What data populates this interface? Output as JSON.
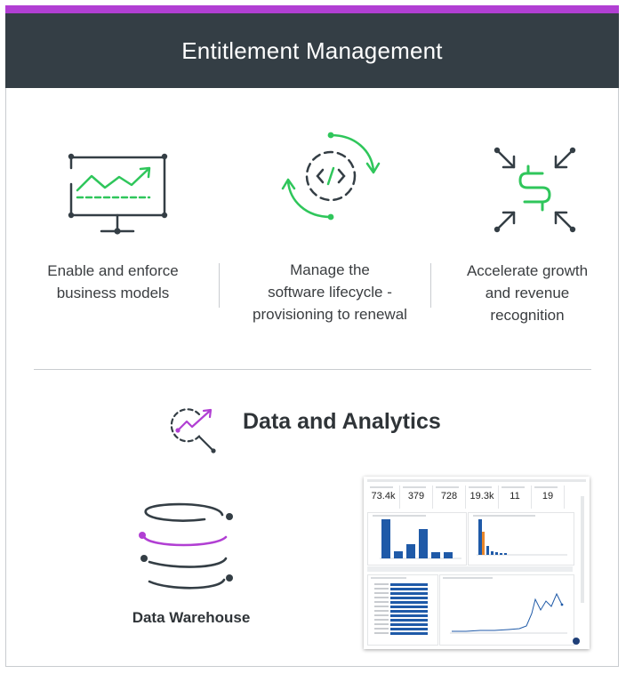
{
  "header": {
    "title": "Entitlement Management"
  },
  "features": [
    {
      "icon": "monitor-growth-chart-icon",
      "lines": [
        "Enable and enforce",
        "business models"
      ]
    },
    {
      "icon": "code-lifecycle-cycle-icon",
      "lines": [
        "Manage the",
        "software lifecycle -",
        "provisioning to renewal"
      ]
    },
    {
      "icon": "dollar-arrows-icon",
      "lines": [
        "Accelerate growth",
        "and revenue",
        "recognition"
      ]
    }
  ],
  "analytics": {
    "title": "Data and Analytics",
    "icon": "magnify-trend-icon",
    "warehouse_label": "Data Warehouse",
    "warehouse_icon": "database-stack-icon"
  },
  "dashboard": {
    "kpis": [
      "73.4k",
      "379",
      "728",
      "19.3k",
      "11",
      "19"
    ]
  },
  "colors": {
    "accent_purple": "#b13fd3",
    "header_bg": "#343e45",
    "green": "#2fc65b",
    "dark": "#343e45",
    "chart_blue": "#1f5aa8",
    "chart_orange": "#e8862a"
  }
}
